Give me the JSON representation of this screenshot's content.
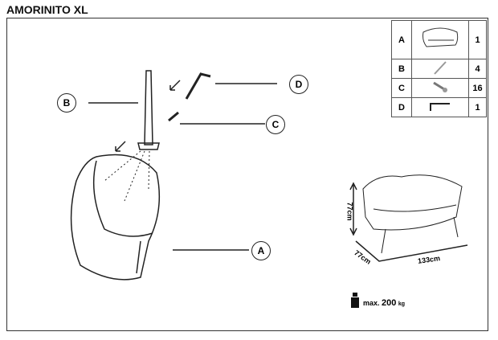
{
  "title": "AMORINITO XL",
  "parts": [
    {
      "letter": "A",
      "icon": "sofa-icon",
      "qty": "1"
    },
    {
      "letter": "B",
      "icon": "leg-icon",
      "qty": "4"
    },
    {
      "letter": "C",
      "icon": "screw-icon",
      "qty": "16"
    },
    {
      "letter": "D",
      "icon": "allen-key-icon",
      "qty": "1"
    }
  ],
  "callouts": {
    "a": "A",
    "b": "B",
    "c": "C",
    "d": "D"
  },
  "dimensions": {
    "height": "77cm",
    "depth": "77cm",
    "width": "133cm"
  },
  "max_load": {
    "prefix": "max.",
    "value": "200",
    "unit": "kg"
  }
}
